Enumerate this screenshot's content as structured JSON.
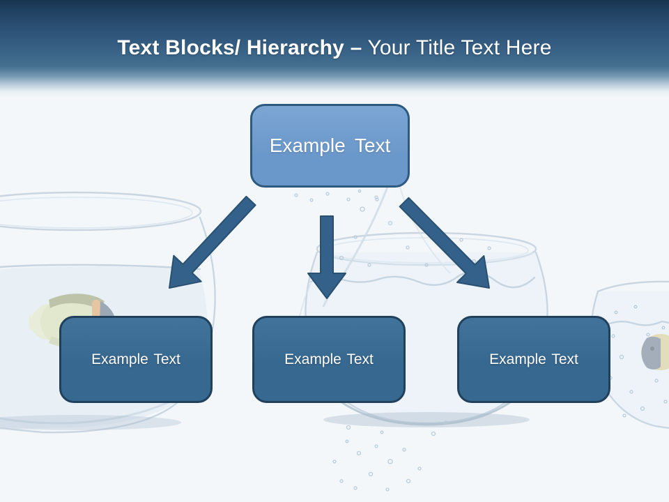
{
  "slide": {
    "header": {
      "title_bold": "Text Blocks/ Hierarchy –",
      "title_regular": "Your Title Text Here"
    },
    "diagram": {
      "root": {
        "label": "Example Text"
      },
      "children": [
        {
          "label": "Example Text"
        },
        {
          "label": "Example Text"
        },
        {
          "label": "Example Text"
        }
      ]
    },
    "background": {
      "description": "Three faint glass fishbowls with water splash, bubbles and two fish"
    },
    "colors": {
      "header_top": "#17334e",
      "header_mid": "#3a6488",
      "page_bg": "#f3f7fa",
      "title_text": "#ffffff",
      "root_fill": "#6b98ca",
      "root_fill_light": "#7ba6d4",
      "root_border": "#2e5a80",
      "child_fill": "#376890",
      "child_fill_light": "#41739b",
      "child_border": "#20405c",
      "arrow_fill": "#336189",
      "arrow_stroke": "#2a5070",
      "box_text": "#ffffff"
    }
  }
}
